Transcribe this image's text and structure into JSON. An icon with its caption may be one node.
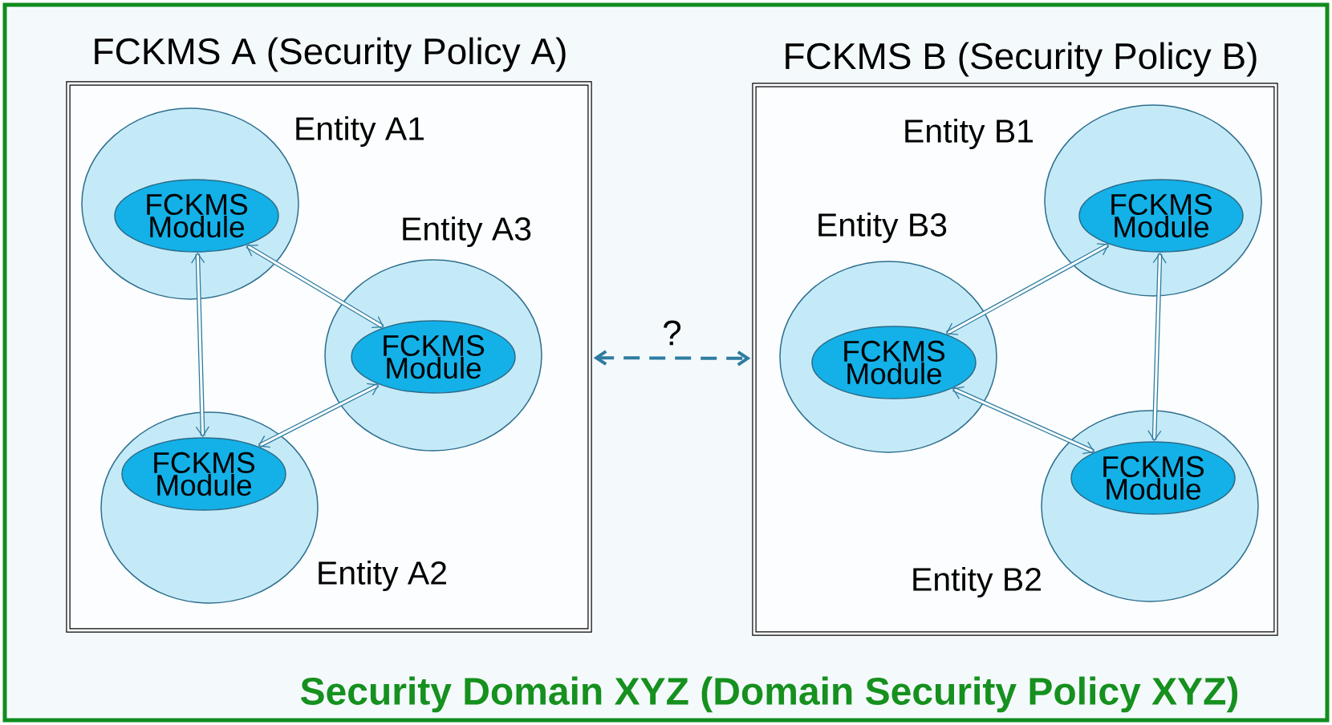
{
  "diagram": {
    "nodes": [
      {
        "text": [
          "Security Domain XYZ (Domain Security Policy XYZ)"
        ]
      },
      {
        "text": [
          "FCKMS A (Security Policy A)"
        ],
        "in": 0
      },
      {
        "text": [
          "Entity A1"
        ],
        "in": 1
      },
      {
        "text": [
          "FCKMS Module"
        ],
        "in": 2
      },
      {
        "text": [
          "Entity A3"
        ],
        "in": 1
      },
      {
        "text": [
          "FCKMS Module"
        ],
        "in": 4
      },
      {
        "text": [
          "Entity A2"
        ],
        "in": 1
      },
      {
        "text": [
          "FCKMS Module"
        ],
        "in": 6
      },
      {
        "text": [
          "FCKMS B (Security Policy B)"
        ],
        "in": 0
      },
      {
        "text": [
          "Entity B1"
        ],
        "in": 8
      },
      {
        "text": [
          "FCKMS Module"
        ],
        "in": 9
      },
      {
        "text": [
          "Entity B3"
        ],
        "in": 8
      },
      {
        "text": [
          "FCKMS Module"
        ],
        "in": 11
      },
      {
        "text": [
          "Entity B2"
        ],
        "in": 8
      },
      {
        "text": [
          "FCKMS Module"
        ],
        "in": 13
      }
    ],
    "edges": [
      {
        "from": 3,
        "to": 7,
        "arrow": "both"
      },
      {
        "from": 3,
        "to": 5,
        "arrow": "both"
      },
      {
        "from": 7,
        "to": 5,
        "arrow": "both"
      },
      {
        "from": 1,
        "to": 8,
        "arrow": "both",
        "label": "?",
        "style": "dashed"
      },
      {
        "from": 12,
        "to": 10,
        "arrow": "both"
      },
      {
        "from": 12,
        "to": 14,
        "arrow": "both"
      },
      {
        "from": 10,
        "to": 14,
        "arrow": "both"
      }
    ]
  }
}
